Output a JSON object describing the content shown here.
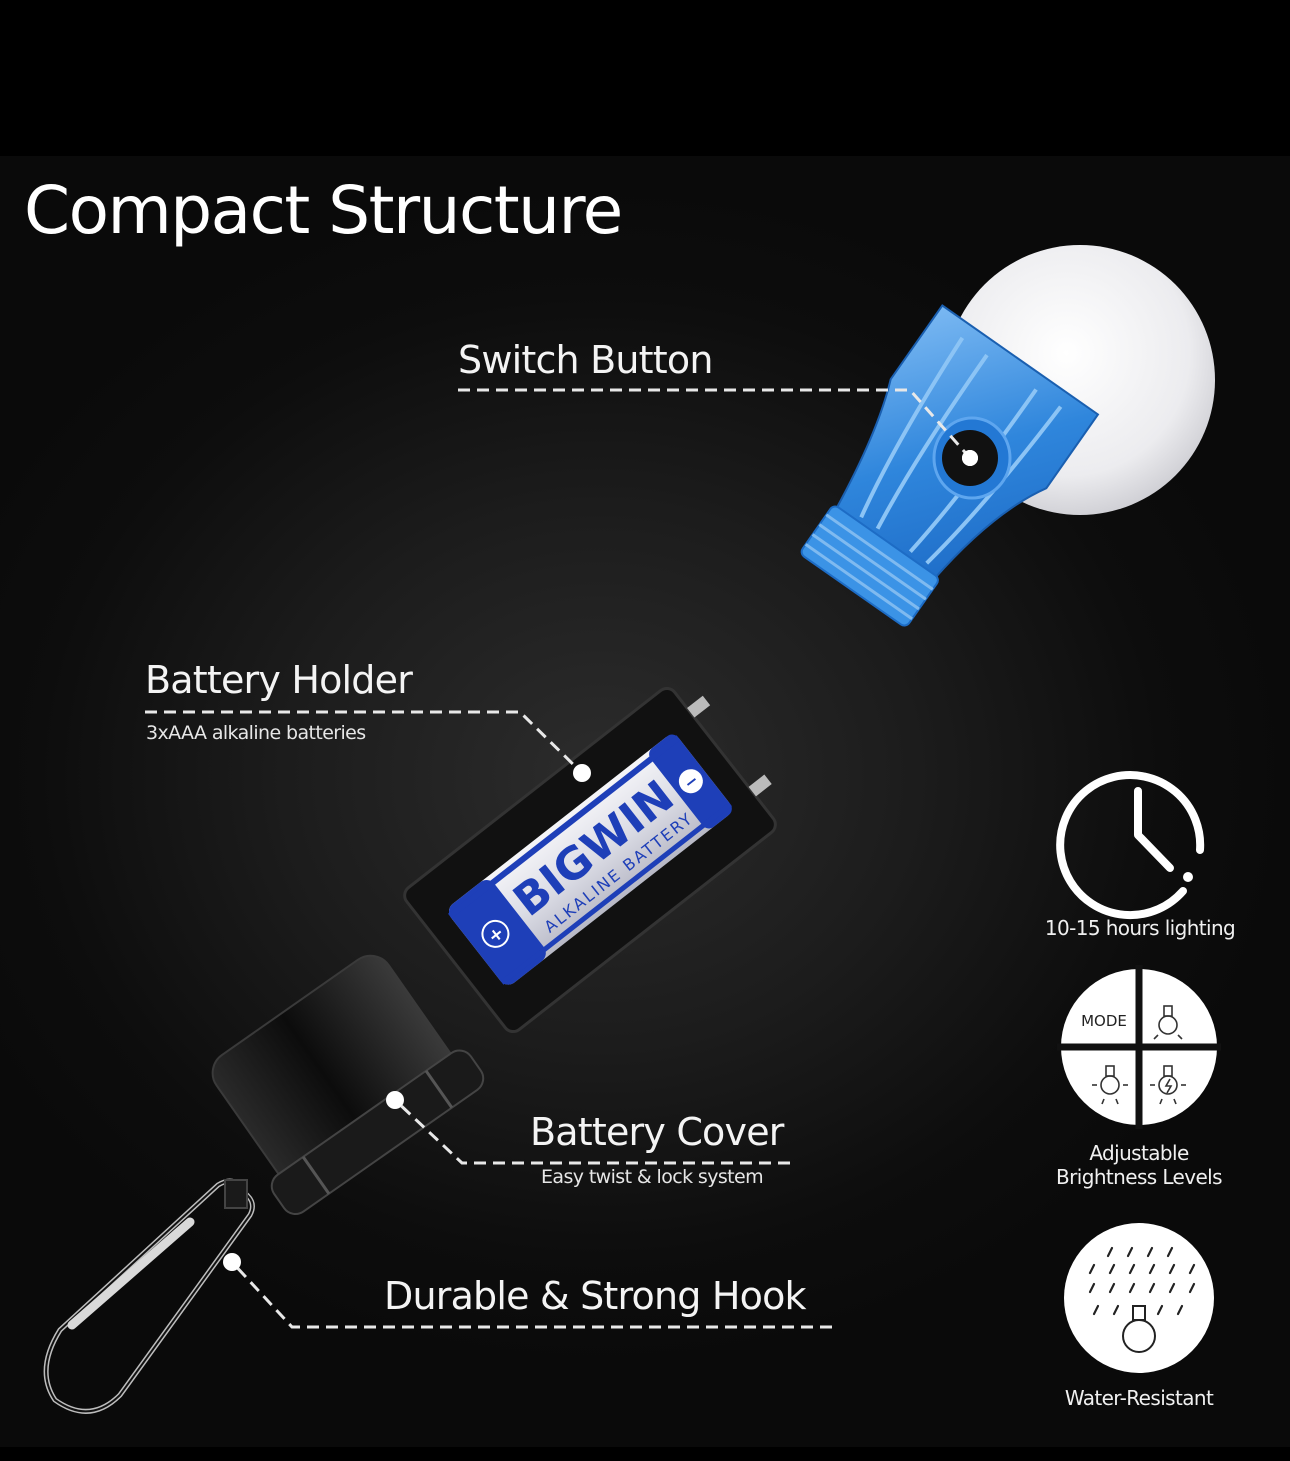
{
  "title": "Compact Structure",
  "callouts": {
    "switch_button": {
      "label": "Switch Button"
    },
    "battery_holder": {
      "label": "Battery Holder",
      "sublabel": "3xAAA alkaline batteries"
    },
    "battery_cover": {
      "label": "Battery Cover",
      "sublabel": "Easy twist & lock system"
    },
    "hook": {
      "label": "Durable & Strong Hook"
    }
  },
  "battery": {
    "brand": "BIGWIN",
    "type_text": "ALKALINE BATTERY",
    "plus_sign": "+",
    "minus_sign": "−"
  },
  "features": [
    {
      "icon": "clock-icon",
      "label": "10-15 hours lighting"
    },
    {
      "icon": "brightness-modes-icon",
      "label_line1": "Adjustable",
      "label_line2": "Brightness Levels",
      "mode_text": "MODE"
    },
    {
      "icon": "rain-bulb-icon",
      "label": "Water-Resistant"
    }
  ],
  "colors": {
    "bulb_blue": "#2a7fd8",
    "bulb_blue_light": "#5aa8f0",
    "dome_white": "#f2f2f4",
    "battery_blue": "#1e3fb8",
    "background": "#1a1a1a"
  }
}
